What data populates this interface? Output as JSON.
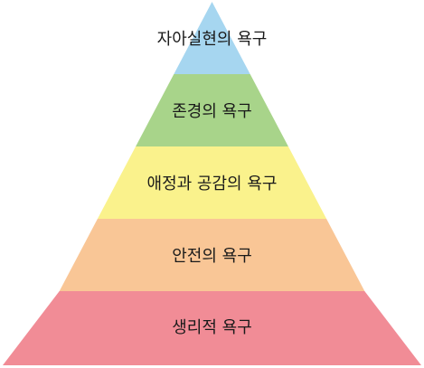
{
  "diagram": {
    "type": "pyramid",
    "tiers": [
      {
        "label": "자아실현의 욕구",
        "color": "#a6d6f0"
      },
      {
        "label": "존경의 욕구",
        "color": "#a8d48a"
      },
      {
        "label": "애정과 공감의 욕구",
        "color": "#faf28c"
      },
      {
        "label": "안전의 욕구",
        "color": "#f9c696"
      },
      {
        "label": "생리적 욕구",
        "color": "#f18c96"
      }
    ]
  }
}
